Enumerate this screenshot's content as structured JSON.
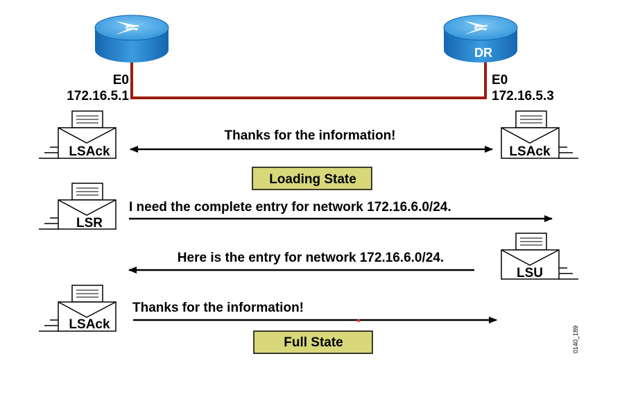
{
  "routers": {
    "left": {
      "label": "",
      "interface": "E0",
      "ip": "172.16.5.1"
    },
    "right": {
      "label": "DR",
      "interface": "E0",
      "ip": "172.16.5.3"
    }
  },
  "packets": {
    "lsack_1_left": "LSAck",
    "lsack_1_right": "LSAck",
    "lsr_left": "LSR",
    "lsu_right": "LSU",
    "lsack_2_left": "LSAck"
  },
  "messages": {
    "msg1": "Thanks for the information!",
    "msg2": "I need the complete entry for network 172.16.6.0/24.",
    "msg3": "Here is the entry for network 172.16.6.0/24.",
    "msg4": "Thanks for the information!"
  },
  "states": {
    "loading": "Loading State",
    "full": "Full State"
  },
  "figure_id": "0140_189",
  "colors": {
    "router_blue": "#2a8fd6",
    "link_red": "#9b1c10",
    "state_fill": "#d8d87a"
  }
}
